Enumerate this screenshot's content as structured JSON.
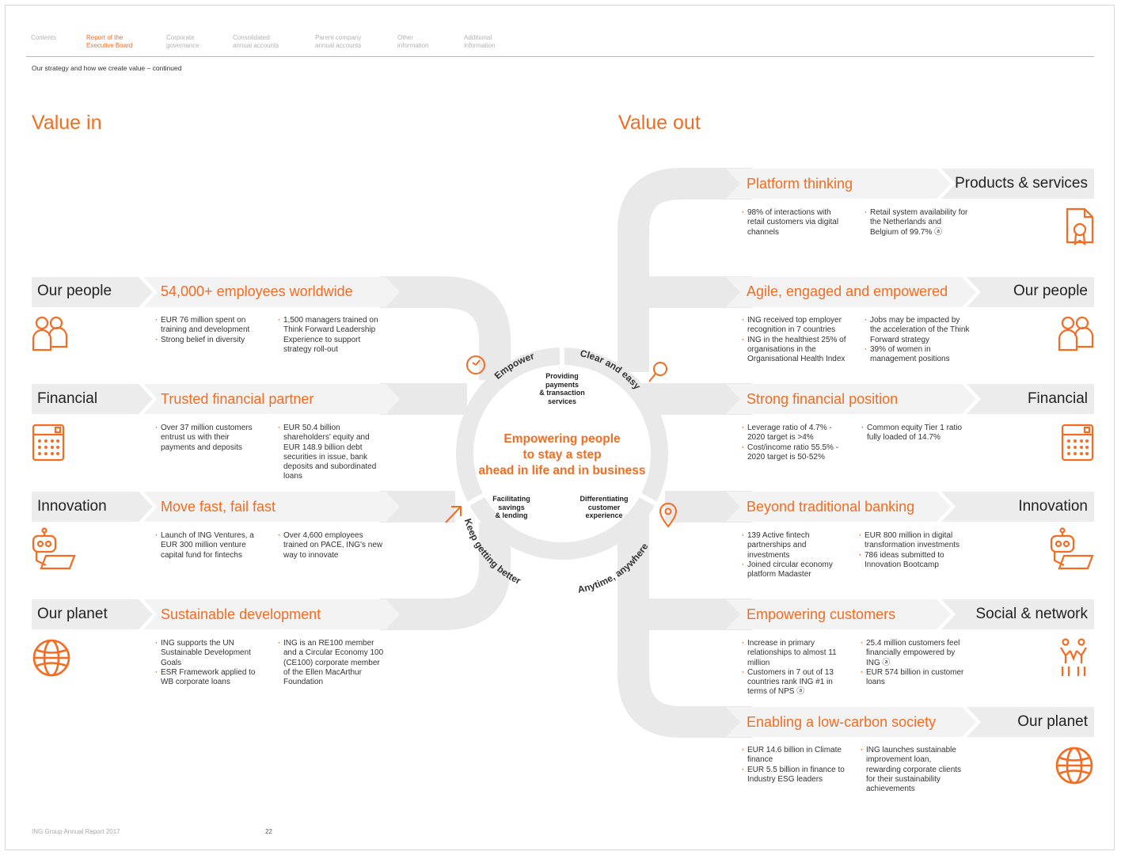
{
  "nav": {
    "items": [
      {
        "label": "Contents",
        "active": false
      },
      {
        "label": "Report of the\nExecutive Board",
        "active": true
      },
      {
        "label": "Corporate\ngovernance",
        "active": false
      },
      {
        "label": "Consolidated\nannual accounts",
        "active": false
      },
      {
        "label": "Parent company\nannual accounts",
        "active": false
      },
      {
        "label": "Other\ninformation",
        "active": false
      },
      {
        "label": "Additional\ninformation",
        "active": false
      }
    ]
  },
  "subtitle": "Our strategy and how we create value – continued",
  "value_in_title": "Value in",
  "value_out_title": "Value out",
  "accent_color": "#f26c22",
  "left": {
    "rows": [
      {
        "category": "Our people",
        "icon": "people-icon",
        "heading": "54,000+ employees worldwide",
        "col1": [
          "EUR 76 million spent on training and development",
          "Strong belief in diversity"
        ],
        "col2": [
          "1,500 managers trained on Think Forward Leadership Experience to support strategy roll-out"
        ]
      },
      {
        "category": "Financial",
        "icon": "calculator-icon",
        "heading": "Trusted financial partner",
        "col1": [
          "Over 37 million customers entrust us with their payments and deposits"
        ],
        "col2": [
          "EUR 50.4 billion shareholders' equity and EUR 148.9 billion debt securities in issue, bank deposits and subordinated loans"
        ]
      },
      {
        "category": "Innovation",
        "icon": "robot-laptop-icon",
        "heading": "Move fast, fail fast",
        "col1": [
          "Launch of ING Ventures, a EUR 300 million venture capital fund for fintechs"
        ],
        "col2": [
          "Over 4,600 employees trained on PACE, ING's new way to innovate"
        ]
      },
      {
        "category": "Our planet",
        "icon": "globe-icon",
        "heading": "Sustainable development",
        "col1": [
          "ING supports the UN Sustainable Development Goals",
          "ESR Framework applied to WB corporate loans"
        ],
        "col2": [
          "ING is an RE100 member and a Circular Economy 100 (CE100) corporate member of the Ellen MacArthur Foundation"
        ]
      }
    ]
  },
  "right": {
    "rows": [
      {
        "category": "Products & services",
        "icon": "certificate-icon",
        "heading": "Platform thinking",
        "col1": [
          "98% of interactions with retail customers via digital channels"
        ],
        "col2": [
          "Retail system availability for the Netherlands and Belgium of 99.7% ⓐ"
        ]
      },
      {
        "category": "Our people",
        "icon": "people-icon",
        "heading": "Agile, engaged and empowered",
        "col1": [
          "ING received top employer recognition in 7 countries",
          "ING in the healthiest 25% of organisations in the Organisational Health Index"
        ],
        "col2": [
          "Jobs may be impacted by the acceleration of the Think Forward strategy",
          "39% of women in management positions"
        ]
      },
      {
        "category": "Financial",
        "icon": "calculator-icon",
        "heading": "Strong financial position",
        "col1": [
          "Leverage ratio of 4.7% - 2020 target is >4%",
          "Cost/income ratio 55.5% - 2020 target is 50-52%"
        ],
        "col2": [
          "Common equity Tier 1 ratio fully loaded of 14.7%"
        ]
      },
      {
        "category": "Innovation",
        "icon": "robot-laptop-icon",
        "heading": "Beyond traditional banking",
        "col1": [
          "139 Active fintech partnerships and investments",
          "Joined circular economy platform Madaster"
        ],
        "col2": [
          "EUR 800 million in digital transformation investments",
          "786 ideas submitted to Innovation Bootcamp"
        ]
      },
      {
        "category": "Social & network",
        "icon": "social-network-icon",
        "heading": "Empowering customers",
        "col1": [
          "Increase in primary relationships to almost 11 million",
          "Customers in 7 out of 13 countries rank ING #1 in terms of NPS ⓐ"
        ],
        "col2": [
          "25.4 million customers feel financially empowered by ING ⓐ",
          "EUR 574 billion in customer loans"
        ]
      },
      {
        "category": "Our planet",
        "icon": "globe-icon",
        "heading": "Enabling a low-carbon society",
        "col1": [
          "EUR 14.6 billion in Climate finance",
          "EUR 5.5 billion in finance to Industry ESG leaders"
        ],
        "col2": [
          "ING launches sustainable improvement loan, rewarding corporate clients for their sustainability achievements"
        ]
      }
    ]
  },
  "circle": {
    "arc_empower": "Empower",
    "arc_clear": "Clear and easy",
    "arc_keep": "Keep getting better",
    "arc_anytime": "Anytime, anywhere",
    "providing": "Providing\npayments\n& transaction\nservices",
    "facilitating": "Facilitating\nsavings\n& lending",
    "differentiating": "Differentiating\ncustomer\nexperience",
    "mission": "Empowering people\nto stay a step\nahead in life and in business"
  },
  "footer": {
    "report": "ING Group Annual Report 2017",
    "page": "22"
  }
}
